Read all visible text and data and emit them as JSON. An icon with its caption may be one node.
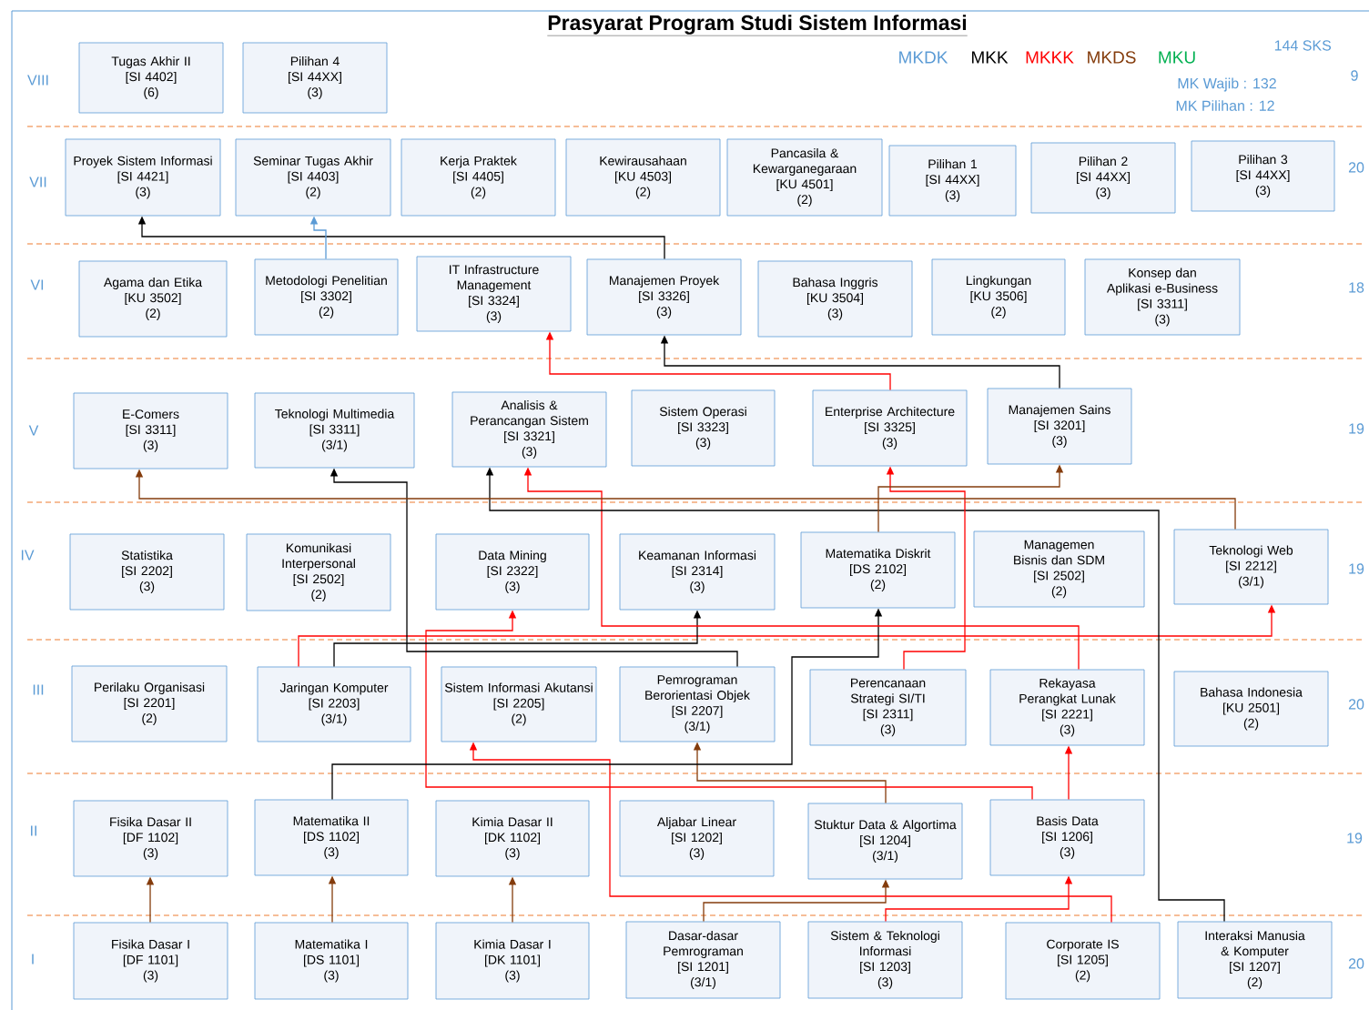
{
  "diagram": {
    "title": "Prasyarat Program Studi Sistem Informasi",
    "nodes": [
      {
        "text": [
          "Tugas Akhir II",
          "[SI 4402]",
          "(6)"
        ]
      },
      {
        "text": [
          "Pilihan 4",
          "[SI 44XX]",
          "(3)"
        ]
      },
      {
        "text": [
          "Proyek Sistem Informasi",
          "[SI 4421]",
          "(3)"
        ]
      },
      {
        "text": [
          "Seminar Tugas Akhir",
          "[SI 4403]",
          "(2)"
        ]
      },
      {
        "text": [
          "Kerja Praktek",
          "[SI 4405]",
          "(2)"
        ]
      },
      {
        "text": [
          "Kewirausahaan",
          "[KU 4503]",
          "(2)"
        ]
      },
      {
        "text": [
          "Pancasila & Kewarganegaraan",
          "[KU 4501]",
          "(2)"
        ]
      },
      {
        "text": [
          "Pilihan 1",
          "[SI 44XX]",
          "(3)"
        ]
      },
      {
        "text": [
          "Pilihan 2",
          "[SI 44XX]",
          "(3)"
        ]
      },
      {
        "text": [
          "Pilihan 3",
          "[SI 44XX]",
          "(3)"
        ]
      },
      {
        "text": [
          "Agama dan Etika",
          "[KU 3502]",
          "(2)"
        ]
      },
      {
        "text": [
          "Metodologi Penelitian",
          "[SI 3302]",
          "(2)"
        ]
      },
      {
        "text": [
          "IT Infrastructure Management",
          "[SI 3324]",
          "(3)"
        ]
      },
      {
        "text": [
          "Manajemen Proyek",
          "[SI 3326]",
          "(3)"
        ]
      },
      {
        "text": [
          "Bahasa Inggris",
          "[KU 3504]",
          "(3)"
        ]
      },
      {
        "text": [
          "Lingkungan",
          "[KU 3506]",
          "(2)"
        ]
      },
      {
        "text": [
          "Konsep dan Aplikasi e-Business",
          "[SI 3311]",
          "(3)"
        ]
      },
      {
        "text": [
          "E-Comers",
          "[SI 3311]",
          "(3)"
        ]
      },
      {
        "text": [
          "Teknologi Multimedia",
          "[SI 3311]",
          "(3/1)"
        ]
      },
      {
        "text": [
          "Analisis & Perancangan Sistem",
          "[SI 3321]",
          "(3)"
        ]
      },
      {
        "text": [
          "Sistem Operasi",
          "[SI 3323]",
          "(3)"
        ]
      },
      {
        "text": [
          "Enterprise Architecture",
          "[SI 3325]",
          "(3)"
        ]
      },
      {
        "text": [
          "Manajemen Sains",
          "[SI 3201]",
          "(3)"
        ]
      },
      {
        "text": [
          "Statistika",
          "[SI 2202]",
          "(3)"
        ]
      },
      {
        "text": [
          "Komunikasi Interpersonal",
          "[SI 2502]",
          "(2)"
        ]
      },
      {
        "text": [
          "Data Mining",
          "[SI 2322]",
          "(3)"
        ]
      },
      {
        "text": [
          "Keamanan Informasi",
          "[SI 2314]",
          "(3)"
        ]
      },
      {
        "text": [
          "Matematika Diskrit",
          "[DS 2102]",
          "(2)"
        ]
      },
      {
        "text": [
          "Managemen Bisnis dan SDM",
          "[SI 2502]",
          "(2)"
        ]
      },
      {
        "text": [
          "Teknologi Web",
          "[SI 2212]",
          "(3/1)"
        ]
      },
      {
        "text": [
          "Perilaku Organisasi",
          "[SI 2201]",
          "(2)"
        ]
      },
      {
        "text": [
          "Jaringan Komputer",
          "[SI 2203]",
          "(3/1)"
        ]
      },
      {
        "text": [
          "Sistem Informasi Akutansi",
          "[SI 2205]",
          "(2)"
        ]
      },
      {
        "text": [
          "Pemrograman Berorientasi Objek",
          "[SI 2207]",
          "(3/1)"
        ]
      },
      {
        "text": [
          "Perencanaan Strategi SI/TI",
          "[SI 2311]",
          "(3)"
        ]
      },
      {
        "text": [
          "Rekayasa Perangkat Lunak",
          "[SI 2221]",
          "(3)"
        ]
      },
      {
        "text": [
          "Bahasa Indonesia",
          "[KU 2501]",
          "(2)"
        ]
      },
      {
        "text": [
          "Fisika Dasar II",
          "[DF 1102]",
          "(3)"
        ]
      },
      {
        "text": [
          "Matematika II",
          "[DS 1102]",
          "(3)"
        ]
      },
      {
        "text": [
          "Kimia Dasar II",
          "[DK 1102]",
          "(3)"
        ]
      },
      {
        "text": [
          "Aljabar Linear",
          "[SI 1202]",
          "(3)"
        ]
      },
      {
        "text": [
          "Stuktur Data & Algortima",
          "[SI 1204]",
          "(3/1)"
        ]
      },
      {
        "text": [
          "Basis Data",
          "[SI 1206]",
          "(3)"
        ]
      },
      {
        "text": [
          "Fisika Dasar I",
          "[DF 1101]",
          "(3)"
        ]
      },
      {
        "text": [
          "Matematika I",
          "[DS 1101]",
          "(3)"
        ]
      },
      {
        "text": [
          "Kimia Dasar I",
          "[DK 1101]",
          "(3)"
        ]
      },
      {
        "text": [
          "Dasar-dasar Pemrograman",
          "[SI 1201]",
          "(3/1)"
        ]
      },
      {
        "text": [
          "Sistem & Teknologi Informasi",
          "[SI 1203]",
          "(3)"
        ]
      },
      {
        "text": [
          "Corporate IS",
          "[SI 1205]",
          "(2)"
        ]
      },
      {
        "text": [
          "Interaksi Manusia & Komputer",
          "[SI 1207]",
          "(2)"
        ]
      }
    ],
    "edges": [
      {
        "from": 43,
        "to": 37,
        "arrow": "to",
        "color": "#843c0c"
      },
      {
        "from": 44,
        "to": 38,
        "arrow": "to",
        "color": "#843c0c"
      },
      {
        "from": 45,
        "to": 39,
        "arrow": "to",
        "color": "#843c0c"
      },
      {
        "from": 46,
        "to": 41,
        "arrow": "to",
        "color": "#843c0c"
      },
      {
        "from": 47,
        "to": 42,
        "arrow": "to",
        "color": "#ff0000"
      },
      {
        "from": 48,
        "to": 32,
        "arrow": "to",
        "color": "#ff0000"
      },
      {
        "from": 41,
        "to": 33,
        "arrow": "to",
        "color": "#843c0c"
      },
      {
        "from": 42,
        "to": 35,
        "arrow": "to",
        "color": "#ff0000"
      },
      {
        "from": 42,
        "to": 25,
        "arrow": "to",
        "color": "#ff0000"
      },
      {
        "from": 31,
        "to": 29,
        "arrow": "to",
        "color": "#ff0000"
      },
      {
        "from": 31,
        "to": 26,
        "arrow": "to",
        "color": "#000000"
      },
      {
        "from": 38,
        "to": 27,
        "arrow": "to",
        "color": "#000000"
      },
      {
        "from": 33,
        "to": 18,
        "arrow": "to",
        "color": "#000000"
      },
      {
        "from": 35,
        "to": 19,
        "arrow": "to",
        "color": "#ff0000"
      },
      {
        "from": 49,
        "to": 19,
        "arrow": "to",
        "color": "#000000"
      },
      {
        "from": 34,
        "to": 21,
        "arrow": "to",
        "color": "#ff0000"
      },
      {
        "from": 27,
        "to": 22,
        "arrow": "to",
        "color": "#843c0c"
      },
      {
        "from": 29,
        "to": 17,
        "arrow": "to",
        "color": "#843c0c"
      },
      {
        "from": 22,
        "to": 13,
        "arrow": "to",
        "color": "#000000"
      },
      {
        "from": 21,
        "to": 12,
        "arrow": "to",
        "color": "#ff0000"
      },
      {
        "from": 13,
        "to": 2,
        "arrow": "to",
        "color": "#000000"
      },
      {
        "from": 11,
        "to": 3,
        "arrow": "to",
        "color": "#5b9bd5"
      }
    ],
    "labels": [
      "144 SKS",
      "VIII",
      "9",
      "MK Wajib : 132",
      "MK Pilihan : 12",
      "VII",
      "20",
      "VI",
      "18",
      "V",
      "19",
      "IV",
      "19",
      "III",
      "20",
      "II",
      "19",
      "I",
      "20"
    ],
    "legend": [
      {
        "text": "MKDK",
        "color": "#5b9bd5"
      },
      {
        "text": "MKK",
        "color": "#000000"
      },
      {
        "text": "MKKK",
        "color": "#ff0000"
      },
      {
        "text": "MKDS",
        "color": "#843c0c"
      },
      {
        "text": "MKU",
        "color": "#00b050"
      }
    ]
  }
}
